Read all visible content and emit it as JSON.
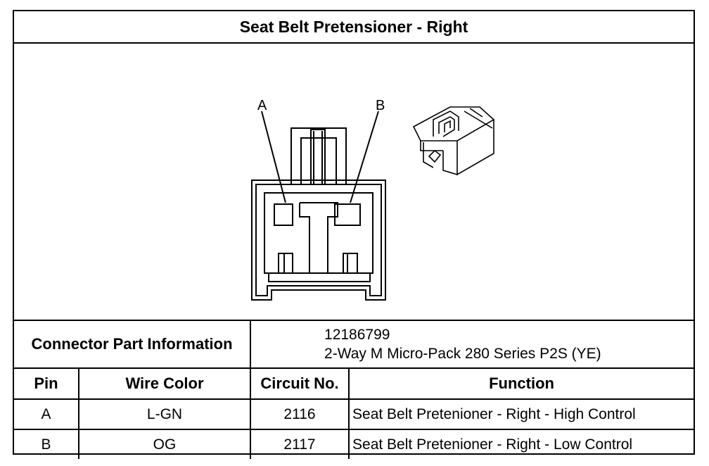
{
  "title": "Seat Belt Pretensioner - Right",
  "figure": {
    "pin_labels": [
      "A",
      "B"
    ]
  },
  "connector_info": {
    "label": "Connector Part Information",
    "part_number": "12186799",
    "description": "2-Way M Micro-Pack 280 Series P2S (YE)"
  },
  "table": {
    "headers": [
      "Pin",
      "Wire Color",
      "Circuit No.",
      "Function"
    ],
    "rows": [
      {
        "pin": "A",
        "wire_color": "L-GN",
        "circuit": "2116",
        "function": "Seat Belt Pretenioner - Right - High Control"
      },
      {
        "pin": "B",
        "wire_color": "OG",
        "circuit": "2117",
        "function": "Seat Belt Pretenioner - Right - Low Control"
      }
    ]
  }
}
